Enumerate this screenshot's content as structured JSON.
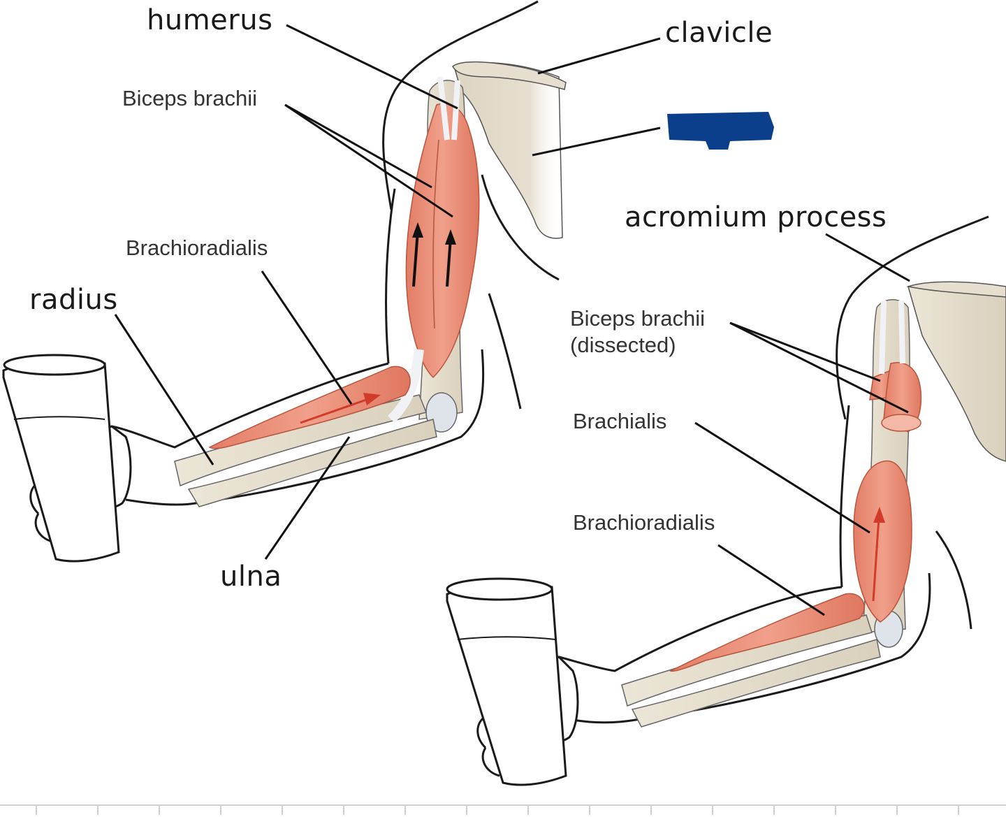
{
  "figure": {
    "labels": {
      "humerus": "humerus",
      "clavicle": "clavicle",
      "biceps_left": "Biceps brachii",
      "brachioradialis_left": "Brachioradialis",
      "radius": "radius",
      "ulna": "ulna",
      "acromium": "acromium process",
      "biceps_right_line1": "Biceps brachii",
      "biceps_right_line2": "(dissected)",
      "brachialis": "Brachialis",
      "brachioradialis_right": "Brachioradialis"
    },
    "colors": {
      "muscle": "#e8917a",
      "muscle_dark": "#cf6a52",
      "bone": "#e3dccb",
      "tendon": "#f1f2f6",
      "outline": "#1a1a1a",
      "redaction": "#0b3f8c",
      "arrow_black": "#111111",
      "arrow_red": "#d23a2a"
    }
  }
}
